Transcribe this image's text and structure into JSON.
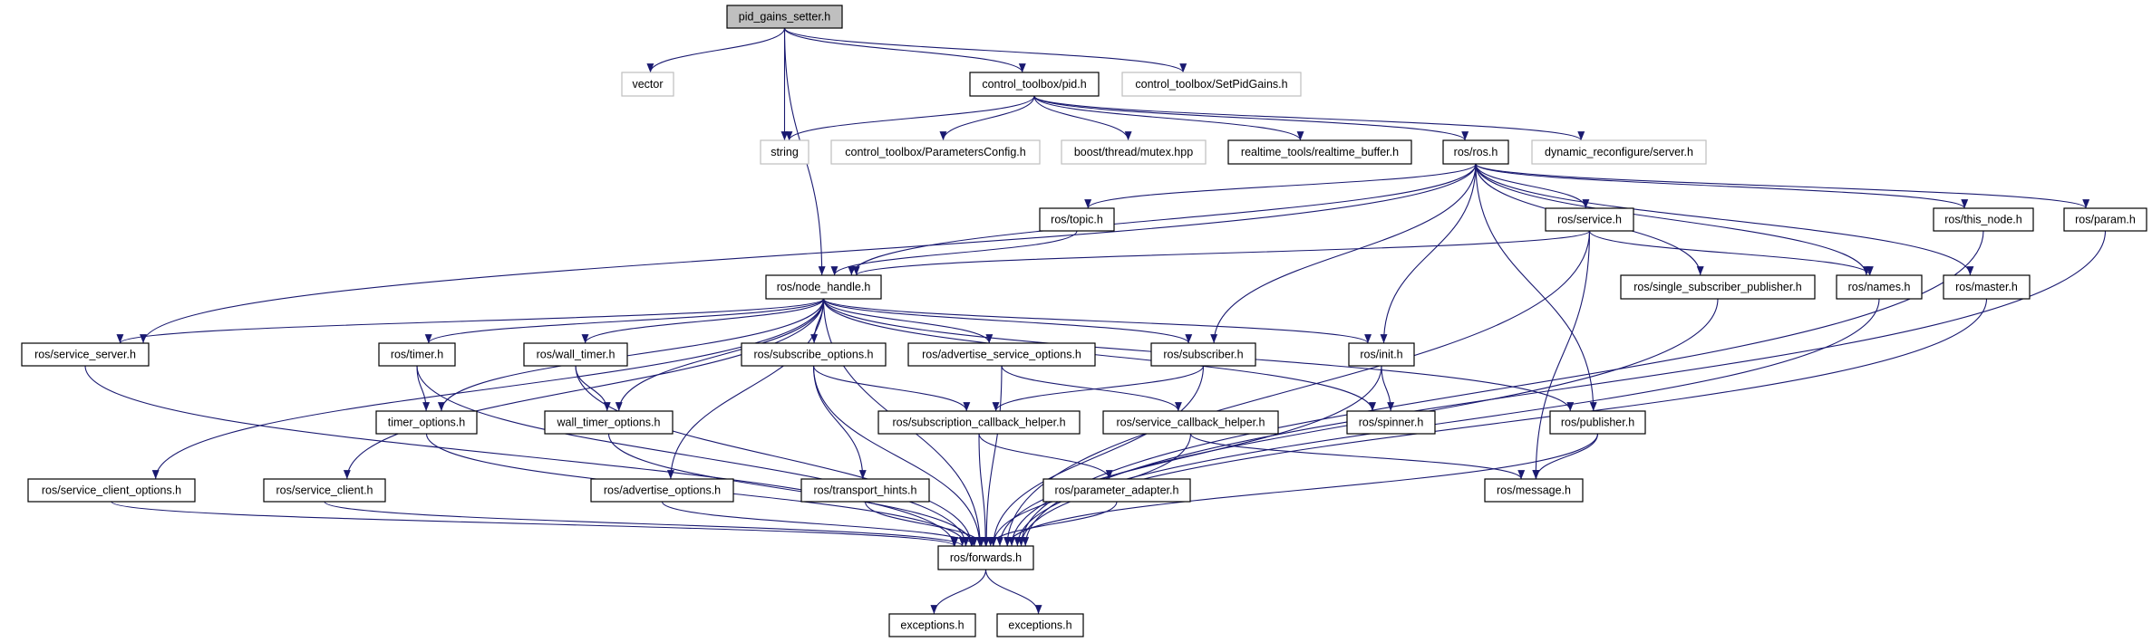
{
  "colors": {
    "edge": "#191970",
    "root_fill": "#bfbfbf",
    "external_border": "#bfbfbf",
    "node_border": "#000000"
  },
  "nodes": [
    {
      "id": "pid_gains_setter",
      "label": "pid_gains_setter.h",
      "kind": "root"
    },
    {
      "id": "vector",
      "label": "vector",
      "kind": "external"
    },
    {
      "id": "pid",
      "label": "control_toolbox/pid.h",
      "kind": "file"
    },
    {
      "id": "setpidgains",
      "label": "control_toolbox/SetPidGains.h",
      "kind": "external"
    },
    {
      "id": "string",
      "label": "string",
      "kind": "external"
    },
    {
      "id": "paramsconfig",
      "label": "control_toolbox/ParametersConfig.h",
      "kind": "external"
    },
    {
      "id": "mutex",
      "label": "boost/thread/mutex.hpp",
      "kind": "external"
    },
    {
      "id": "rtbuffer",
      "label": "realtime_tools/realtime_buffer.h",
      "kind": "file"
    },
    {
      "id": "ros",
      "label": "ros/ros.h",
      "kind": "file"
    },
    {
      "id": "dynserver",
      "label": "dynamic_reconfigure/server.h",
      "kind": "external"
    },
    {
      "id": "topic",
      "label": "ros/topic.h",
      "kind": "file"
    },
    {
      "id": "service",
      "label": "ros/service.h",
      "kind": "file"
    },
    {
      "id": "this_node",
      "label": "ros/this_node.h",
      "kind": "file"
    },
    {
      "id": "param",
      "label": "ros/param.h",
      "kind": "file"
    },
    {
      "id": "node_handle",
      "label": "ros/node_handle.h",
      "kind": "file"
    },
    {
      "id": "single_sub_pub",
      "label": "ros/single_subscriber_publisher.h",
      "kind": "file"
    },
    {
      "id": "names",
      "label": "ros/names.h",
      "kind": "file"
    },
    {
      "id": "master",
      "label": "ros/master.h",
      "kind": "file"
    },
    {
      "id": "service_server",
      "label": "ros/service_server.h",
      "kind": "file"
    },
    {
      "id": "timer",
      "label": "ros/timer.h",
      "kind": "file"
    },
    {
      "id": "wall_timer",
      "label": "ros/wall_timer.h",
      "kind": "file"
    },
    {
      "id": "subscribe_options",
      "label": "ros/subscribe_options.h",
      "kind": "file"
    },
    {
      "id": "adv_srv_options",
      "label": "ros/advertise_service_options.h",
      "kind": "file"
    },
    {
      "id": "subscriber",
      "label": "ros/subscriber.h",
      "kind": "file"
    },
    {
      "id": "init",
      "label": "ros/init.h",
      "kind": "file"
    },
    {
      "id": "timer_options",
      "label": "timer_options.h",
      "kind": "file"
    },
    {
      "id": "wall_timer_options",
      "label": "wall_timer_options.h",
      "kind": "file"
    },
    {
      "id": "sub_cb_helper",
      "label": "ros/subscription_callback_helper.h",
      "kind": "file"
    },
    {
      "id": "srv_cb_helper",
      "label": "ros/service_callback_helper.h",
      "kind": "file"
    },
    {
      "id": "spinner",
      "label": "ros/spinner.h",
      "kind": "file"
    },
    {
      "id": "publisher",
      "label": "ros/publisher.h",
      "kind": "file"
    },
    {
      "id": "srv_client_options",
      "label": "ros/service_client_options.h",
      "kind": "file"
    },
    {
      "id": "srv_client",
      "label": "ros/service_client.h",
      "kind": "file"
    },
    {
      "id": "adv_options",
      "label": "ros/advertise_options.h",
      "kind": "file"
    },
    {
      "id": "transport_hints",
      "label": "ros/transport_hints.h",
      "kind": "file"
    },
    {
      "id": "param_adapter",
      "label": "ros/parameter_adapter.h",
      "kind": "file"
    },
    {
      "id": "message",
      "label": "ros/message.h",
      "kind": "file"
    },
    {
      "id": "forwards",
      "label": "ros/forwards.h",
      "kind": "file"
    },
    {
      "id": "exceptions1",
      "label": "exceptions.h",
      "kind": "file"
    },
    {
      "id": "exceptions2",
      "label": "exceptions.h",
      "kind": "file"
    }
  ],
  "edges": [
    [
      "pid_gains_setter",
      "vector"
    ],
    [
      "pid_gains_setter",
      "string"
    ],
    [
      "pid_gains_setter",
      "node_handle"
    ],
    [
      "pid_gains_setter",
      "pid"
    ],
    [
      "pid_gains_setter",
      "setpidgains"
    ],
    [
      "pid",
      "string"
    ],
    [
      "pid",
      "paramsconfig"
    ],
    [
      "pid",
      "mutex"
    ],
    [
      "pid",
      "rtbuffer"
    ],
    [
      "pid",
      "ros"
    ],
    [
      "pid",
      "dynserver"
    ],
    [
      "ros",
      "node_handle"
    ],
    [
      "ros",
      "service_server"
    ],
    [
      "ros",
      "topic"
    ],
    [
      "ros",
      "service"
    ],
    [
      "ros",
      "this_node"
    ],
    [
      "ros",
      "param"
    ],
    [
      "ros",
      "names"
    ],
    [
      "ros",
      "master"
    ],
    [
      "ros",
      "single_sub_pub"
    ],
    [
      "ros",
      "subscriber"
    ],
    [
      "ros",
      "init"
    ],
    [
      "ros",
      "publisher"
    ],
    [
      "topic",
      "node_handle"
    ],
    [
      "service",
      "node_handle"
    ],
    [
      "service",
      "names"
    ],
    [
      "service",
      "message"
    ],
    [
      "service",
      "forwards"
    ],
    [
      "this_node",
      "forwards"
    ],
    [
      "param",
      "forwards"
    ],
    [
      "names",
      "forwards"
    ],
    [
      "master",
      "forwards"
    ],
    [
      "single_sub_pub",
      "forwards"
    ],
    [
      "node_handle",
      "service_server"
    ],
    [
      "node_handle",
      "srv_client_options"
    ],
    [
      "node_handle",
      "srv_client"
    ],
    [
      "node_handle",
      "timer"
    ],
    [
      "node_handle",
      "timer_options"
    ],
    [
      "node_handle",
      "wall_timer"
    ],
    [
      "node_handle",
      "wall_timer_options"
    ],
    [
      "node_handle",
      "adv_options"
    ],
    [
      "node_handle",
      "subscribe_options"
    ],
    [
      "node_handle",
      "adv_srv_options"
    ],
    [
      "node_handle",
      "subscriber"
    ],
    [
      "node_handle",
      "init"
    ],
    [
      "node_handle",
      "spinner"
    ],
    [
      "node_handle",
      "publisher"
    ],
    [
      "node_handle",
      "forwards"
    ],
    [
      "service_server",
      "forwards"
    ],
    [
      "timer",
      "timer_options"
    ],
    [
      "timer",
      "forwards"
    ],
    [
      "wall_timer",
      "wall_timer_options"
    ],
    [
      "wall_timer",
      "forwards"
    ],
    [
      "timer_options",
      "forwards"
    ],
    [
      "wall_timer_options",
      "forwards"
    ],
    [
      "subscribe_options",
      "sub_cb_helper"
    ],
    [
      "subscribe_options",
      "transport_hints"
    ],
    [
      "subscribe_options",
      "forwards"
    ],
    [
      "adv_srv_options",
      "srv_cb_helper"
    ],
    [
      "adv_srv_options",
      "forwards"
    ],
    [
      "subscriber",
      "sub_cb_helper"
    ],
    [
      "subscriber",
      "forwards"
    ],
    [
      "init",
      "spinner"
    ],
    [
      "init",
      "forwards"
    ],
    [
      "publisher",
      "message"
    ],
    [
      "publisher",
      "forwards"
    ],
    [
      "sub_cb_helper",
      "param_adapter"
    ],
    [
      "sub_cb_helper",
      "forwards"
    ],
    [
      "srv_cb_helper",
      "message"
    ],
    [
      "srv_cb_helper",
      "forwards"
    ],
    [
      "param_adapter",
      "forwards"
    ],
    [
      "transport_hints",
      "forwards"
    ],
    [
      "adv_options",
      "forwards"
    ],
    [
      "srv_client_options",
      "forwards"
    ],
    [
      "srv_client",
      "forwards"
    ],
    [
      "forwards",
      "exceptions1"
    ],
    [
      "forwards",
      "exceptions2"
    ]
  ]
}
